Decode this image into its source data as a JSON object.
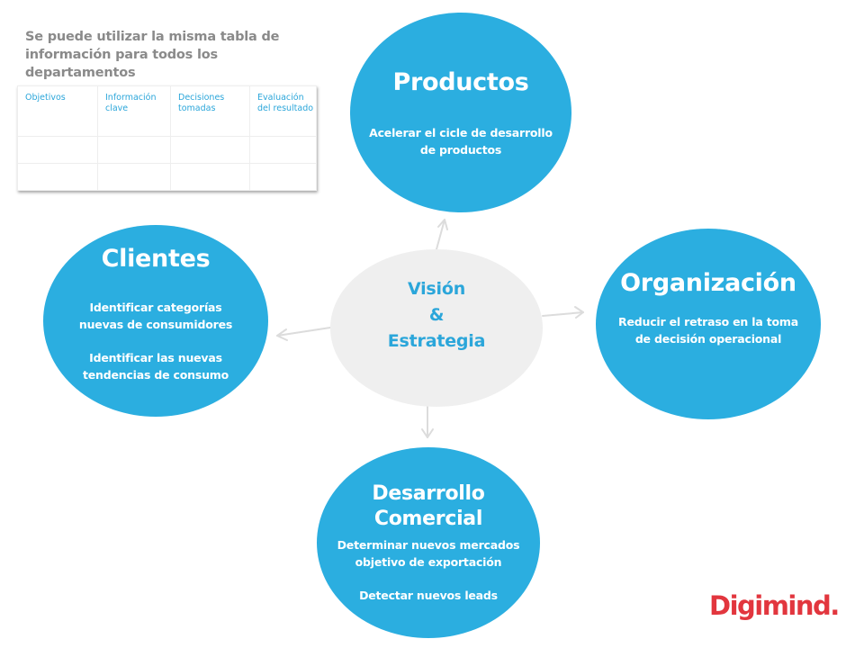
{
  "note": {
    "line1": "Se puede utilizar la misma tabla de",
    "line2": "información para todos los departamentos"
  },
  "table": {
    "headers": [
      [
        "Objetivos"
      ],
      [
        "Información",
        "clave"
      ],
      [
        "Decisiones",
        "tomadas"
      ],
      [
        "Evaluación",
        "del resultado"
      ]
    ],
    "rows": [
      [
        "",
        "",
        "",
        ""
      ],
      [
        "",
        "",
        "",
        ""
      ]
    ]
  },
  "center": {
    "line1": "Visión",
    "line2": "&",
    "line3": "Estrategia"
  },
  "nodes": {
    "productos": {
      "title": "Productos",
      "desc": [
        "Acelerar el cicle de desarrollo",
        "de productos"
      ]
    },
    "clientes": {
      "title": "Clientes",
      "desc": [
        "Identificar categorías",
        "nuevas de consumidores",
        "",
        "Identificar las nuevas",
        "tendencias de consumo"
      ]
    },
    "organizacion": {
      "title": "Organización",
      "desc": [
        "Reducir el retraso en la toma",
        "de decisión operacional"
      ]
    },
    "desarrollo": {
      "title": [
        "Desarrollo",
        "Comercial"
      ],
      "desc": [
        "Determinar nuevos mercados",
        "objetivo de exportación",
        "",
        "Detectar nuevos leads"
      ]
    }
  },
  "colors": {
    "circle": "#2baee0",
    "center": "#efefef",
    "accent_text": "#2ba6da",
    "arrow": "#dcdcdc",
    "logo": "#e2363e"
  },
  "logo": {
    "text": "Digimind."
  }
}
